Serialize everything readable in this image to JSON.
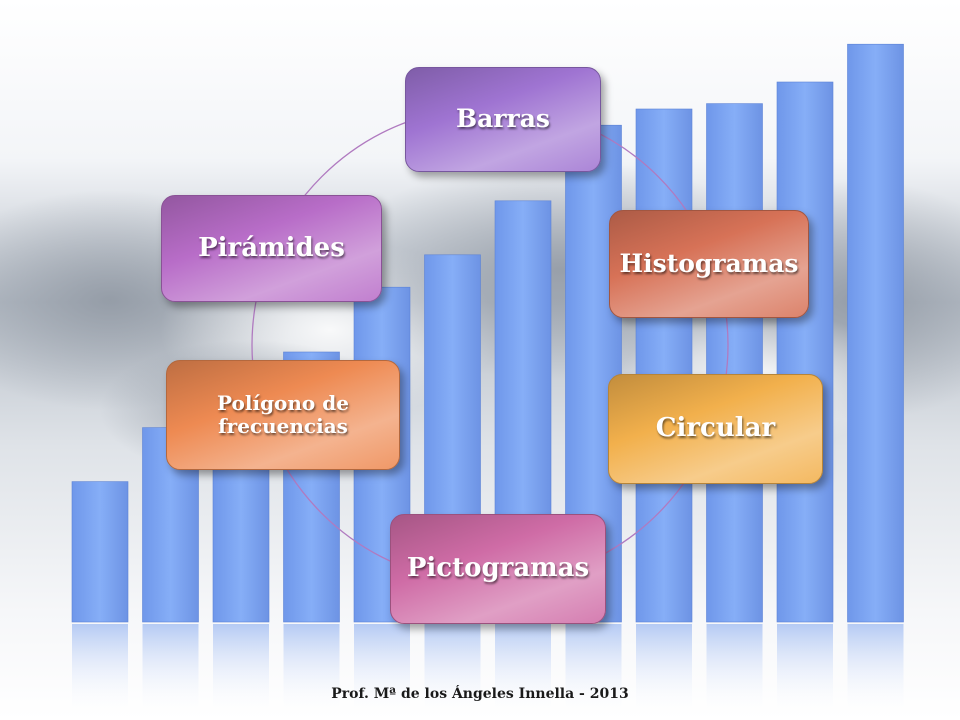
{
  "colors": {
    "bar_fill": "#7ea6f5",
    "ring": "#b07ac0"
  },
  "background_bar_levels": [
    0.26,
    0.36,
    0.43,
    0.5,
    0.62,
    0.68,
    0.78,
    0.92,
    0.95,
    0.96,
    1.0,
    1.07
  ],
  "cycle": {
    "nodes": [
      {
        "id": "barras",
        "label": "Barras",
        "color": "#9f74d2"
      },
      {
        "id": "histogramas",
        "label": "Histogramas",
        "color": "#d77257"
      },
      {
        "id": "circular",
        "label": "Circular",
        "color": "#f2b04c"
      },
      {
        "id": "pictogramas",
        "label": "Pictogramas",
        "color": "#cf6ca6"
      },
      {
        "id": "poligono",
        "label": "Polígono de frecuencias",
        "color": "#ee8a52"
      },
      {
        "id": "piramides",
        "label": "Pirámides",
        "color": "#b86dc8"
      }
    ]
  },
  "footer": {
    "credit": "Prof.  Mª de los Ángeles Innella - 2013"
  }
}
